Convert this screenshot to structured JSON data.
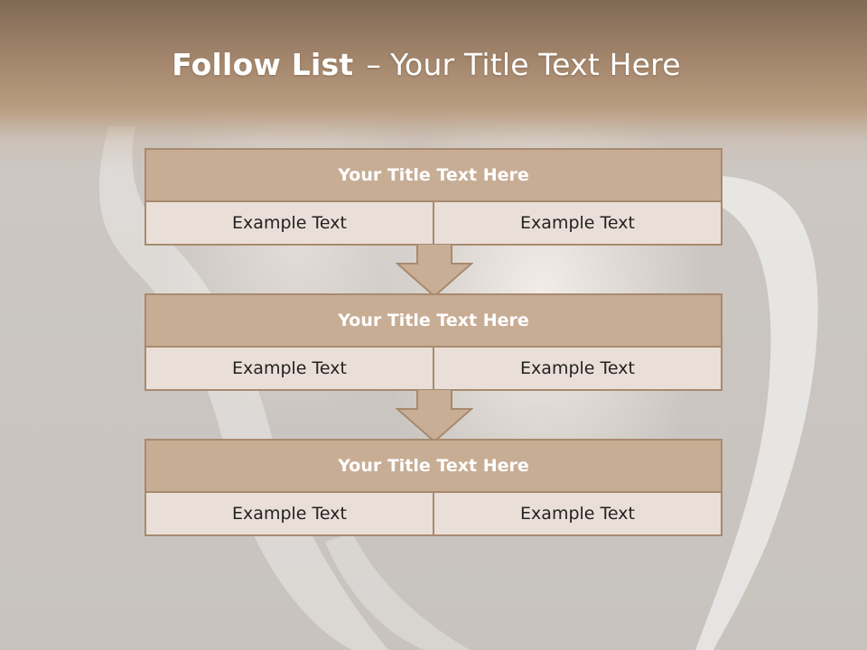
{
  "slide": {
    "title_bold": "Follow List",
    "title_dash": "–",
    "title_rest": "Your Title Text Here"
  },
  "steps": [
    {
      "title": "Your Title Text Here",
      "cells": [
        "Example Text",
        "Example Text"
      ]
    },
    {
      "title": "Your Title Text Here",
      "cells": [
        "Example Text",
        "Example Text"
      ]
    },
    {
      "title": "Your Title Text Here",
      "cells": [
        "Example Text",
        "Example Text"
      ]
    }
  ],
  "colors": {
    "header": "#a3866c",
    "box_title_fill": "#c8ad95",
    "box_cell_fill": "#eadfd8",
    "border": "#a78a6f",
    "arrow_fill": "#c9ae96"
  },
  "icons": [
    "down-arrow-icon"
  ]
}
